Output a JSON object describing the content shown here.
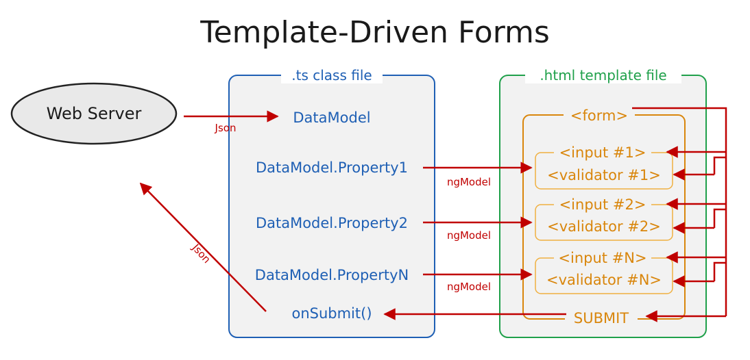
{
  "title": "Template-Driven Forms",
  "server": {
    "label": "Web Server"
  },
  "ts_panel": {
    "label": ".ts class file",
    "items": [
      "DataModel",
      "DataModel.Property1",
      "DataModel.Property2",
      "DataModel.PropertyN",
      "onSubmit()"
    ]
  },
  "html_panel": {
    "label": ".html template file",
    "form_tag": "<form>",
    "groups": [
      {
        "input": "<input #1>",
        "validator": "<validator #1>"
      },
      {
        "input": "<input #2>",
        "validator": "<validator #2>"
      },
      {
        "input": "<input #N>",
        "validator": "<validator #N>"
      }
    ],
    "submit": "SUBMIT"
  },
  "arrow_labels": {
    "json_in": "Json",
    "json_out": "Json",
    "ngmodel_1": "ngModel",
    "ngmodel_2": "ngModel",
    "ngmodel_3": "ngModel"
  },
  "colors": {
    "blue": "#1e5fb4",
    "green": "#1fa04a",
    "orange": "#d9860c",
    "red": "#c00000",
    "panel_fill": "#f2f2f2",
    "server_fill": "#e9e9e9"
  }
}
